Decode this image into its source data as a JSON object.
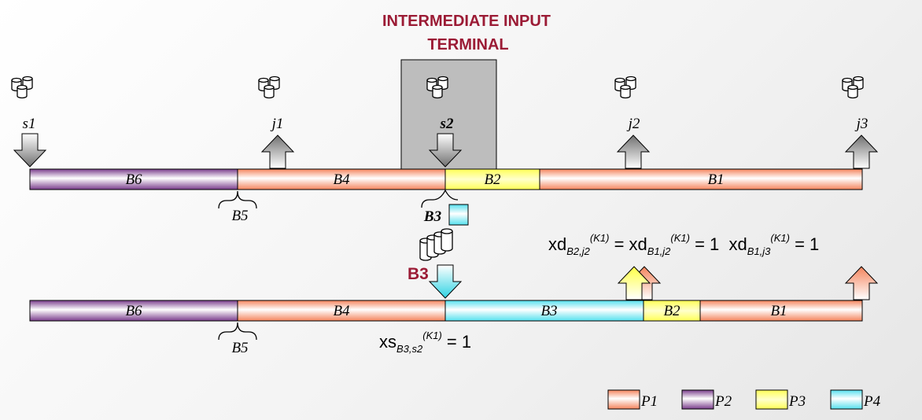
{
  "terminal_title": {
    "line1": "INTERMEDIATE INPUT",
    "line2": "TERMINAL"
  },
  "nodes": {
    "s1": "s1",
    "j1": "j1",
    "s2": "s2",
    "j2": "j2",
    "j3": "j3"
  },
  "top_batches": {
    "b6": "B6",
    "b4": "B4",
    "b2": "B2",
    "b1": "B1",
    "b5": "B5",
    "b3": "B3"
  },
  "bottom_batches": {
    "b6": "B6",
    "b4": "B4",
    "b3": "B3",
    "b2": "B2",
    "b1": "B1",
    "b5": "B5"
  },
  "injection_label": "B3",
  "equations": {
    "top": [
      {
        "base": "xd",
        "sub": "B2,j2",
        "sup": "(K1)",
        "rel": " = "
      },
      {
        "base": "xd",
        "sub": "B1,j2",
        "sup": "(K1)",
        "rel": " = 1  "
      },
      {
        "base": "xd",
        "sub": "B1,j3",
        "sup": "(K1)",
        "rel": " = 1"
      }
    ],
    "bottom": {
      "base": "xs",
      "sub": "B3,s2",
      "sup": "(K1)",
      "rel": " = 1"
    }
  },
  "legend": [
    {
      "label": "P1",
      "color": "#f4845c"
    },
    {
      "label": "P2",
      "color": "#7a3d8c"
    },
    {
      "label": "P3",
      "color": "#ffff66"
    },
    {
      "label": "P4",
      "color": "#55e0ee"
    }
  ],
  "colors": {
    "P1": "#f4845c",
    "P2": "#7a3d8c",
    "P3": "#ffff66",
    "P4": "#55e0ee",
    "arrow_gray": "#8a8a8a",
    "title_red": "#9b1b35",
    "terminal_box": "#bdbdbd"
  }
}
